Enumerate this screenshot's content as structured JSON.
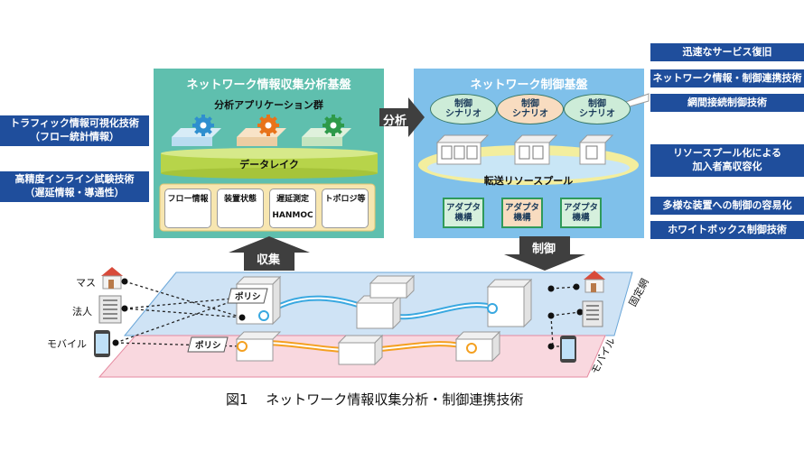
{
  "left_labels": [
    "トラフィック情報可視化技術\n（フロー統計情報）",
    "高精度インライン試験技術\n（遅延情報・導通性）"
  ],
  "right_labels": [
    "迅速なサービス復旧",
    "ネットワーク情報・制御連携技術",
    "網間接続制御技術",
    "リソースプール化による\n加入者高収容化",
    "多様な装置への制御の容易化",
    "ホワイトボックス制御技術"
  ],
  "analysis_platform": {
    "title": "ネットワーク情報収集分析基盤",
    "apps_label": "分析アプリケーション群",
    "data_lake": "データレイク",
    "tools": [
      {
        "label": "フロー情報"
      },
      {
        "label": "装置状態"
      },
      {
        "label": "遅延測定",
        "sub": "HANMOC"
      },
      {
        "label": "トポロジ等"
      }
    ]
  },
  "control_platform": {
    "title": "ネットワーク制御基盤",
    "scenarios": [
      "制御\nシナリオ",
      "制御\nシナリオ",
      "制御\nシナリオ"
    ],
    "resource_pool": "転送リソースプール",
    "adapters": [
      "アダプタ\n機構",
      "アダプタ\n機構",
      "アダプタ\n機構"
    ]
  },
  "arrows": {
    "analyze": "分析",
    "collect": "収集",
    "control": "制御"
  },
  "network": {
    "users": [
      "マス",
      "法人",
      "モバイル"
    ],
    "policy_labels": [
      "ポリシ",
      "ポリシ"
    ],
    "fixed_net": "固定網",
    "mobile_net": "モバイル"
  },
  "caption": "図1　 ネットワーク情報収集分析・制御連携技術",
  "colors": {
    "label_blue": "#1f4e9c",
    "analysis_green": "#5fbfae",
    "control_blue": "#7fc0ea",
    "fixed_plane": "#cfe3f5",
    "mobile_plane": "#f9d8df"
  }
}
